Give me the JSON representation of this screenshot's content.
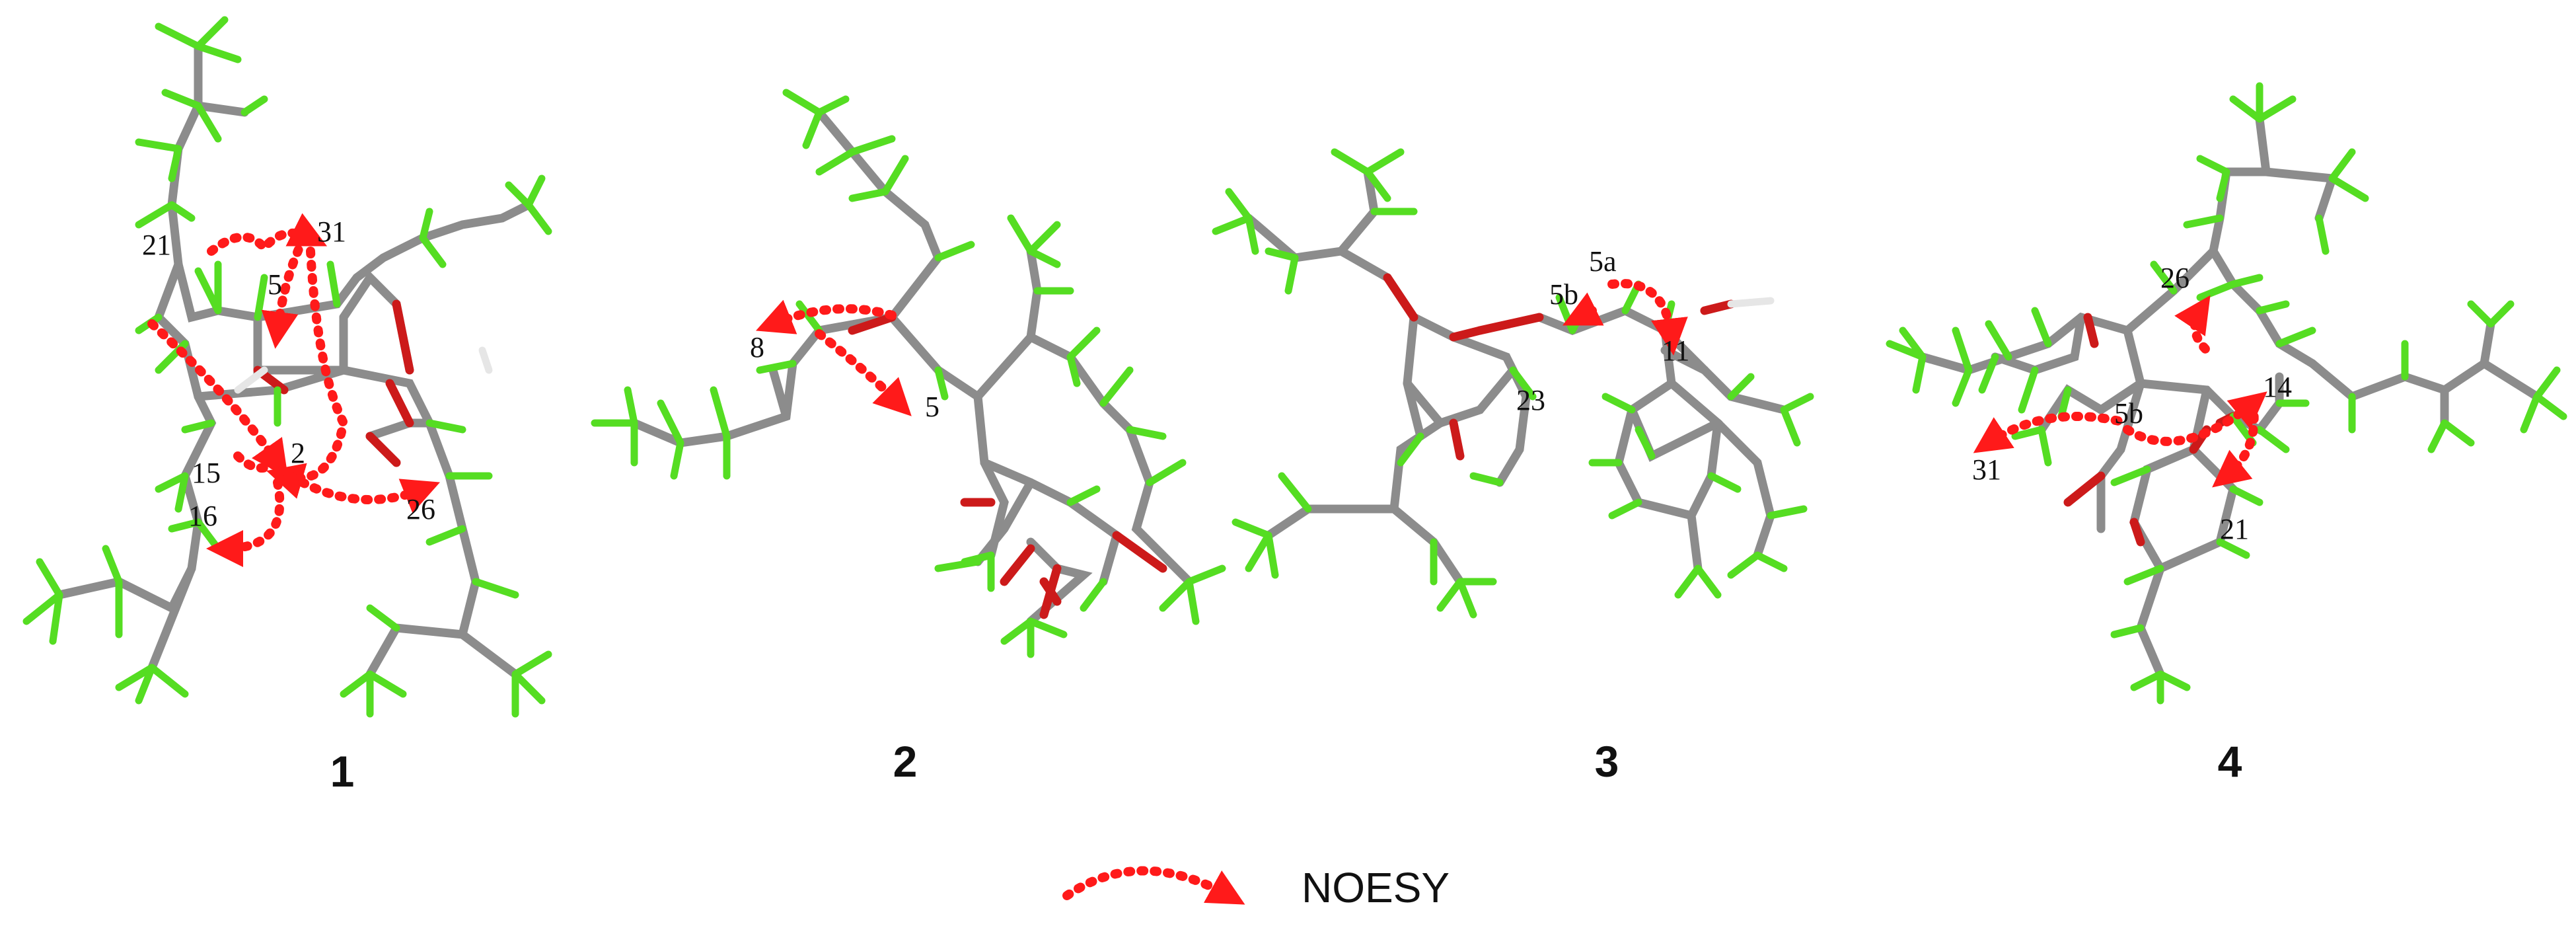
{
  "colors": {
    "carbon": "#8c8c8c",
    "hydrogen": "#55dd22",
    "oxygen": "#cc1a1a",
    "hydroxyl_h": "#e6e6e6",
    "noesy": "#ff1a1a"
  },
  "molecules": [
    {
      "id": "1",
      "label": "1",
      "atom_labels": [
        "21",
        "31",
        "5",
        "2",
        "15",
        "16",
        "26"
      ]
    },
    {
      "id": "2",
      "label": "2",
      "atom_labels": [
        "8",
        "5"
      ]
    },
    {
      "id": "3",
      "label": "3",
      "atom_labels": [
        "5a",
        "5b",
        "11",
        "23"
      ]
    },
    {
      "id": "4",
      "label": "4",
      "atom_labels": [
        "26",
        "14",
        "5b",
        "31",
        "21"
      ]
    }
  ],
  "legend": {
    "label": "NOESY",
    "icon": "noesy-dotted-arrow"
  }
}
